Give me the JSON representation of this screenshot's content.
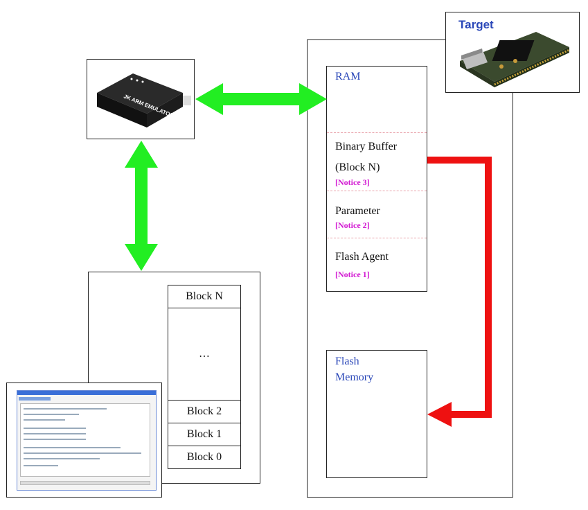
{
  "target": {
    "label": "Target"
  },
  "emulator": {
    "brand": "JK ARM EMULATOR"
  },
  "ram": {
    "title": "RAM",
    "binary_buffer_line1": "Binary Buffer",
    "binary_buffer_line2": "(Block N)",
    "notice3": "[Notice 3]",
    "parameter": "Parameter",
    "notice2": "[Notice 2]",
    "flash_agent": "Flash Agent",
    "notice1": "[Notice 1]"
  },
  "flash": {
    "line1": "Flash",
    "line2": "Memory"
  },
  "blocks": {
    "block_n": "Block N",
    "ellipsis": "…",
    "block_2": "Block 2",
    "block_1": "Block 1",
    "block_0": "Block 0"
  },
  "colors": {
    "green_arrow": "#22ee22",
    "red_arrow": "#ee1111",
    "blue_text": "#2a47b8",
    "notice_text": "#d21ad2"
  },
  "icons": [
    "emulator-device-icon",
    "target-board-icon",
    "pc-window-screenshot-icon"
  ]
}
